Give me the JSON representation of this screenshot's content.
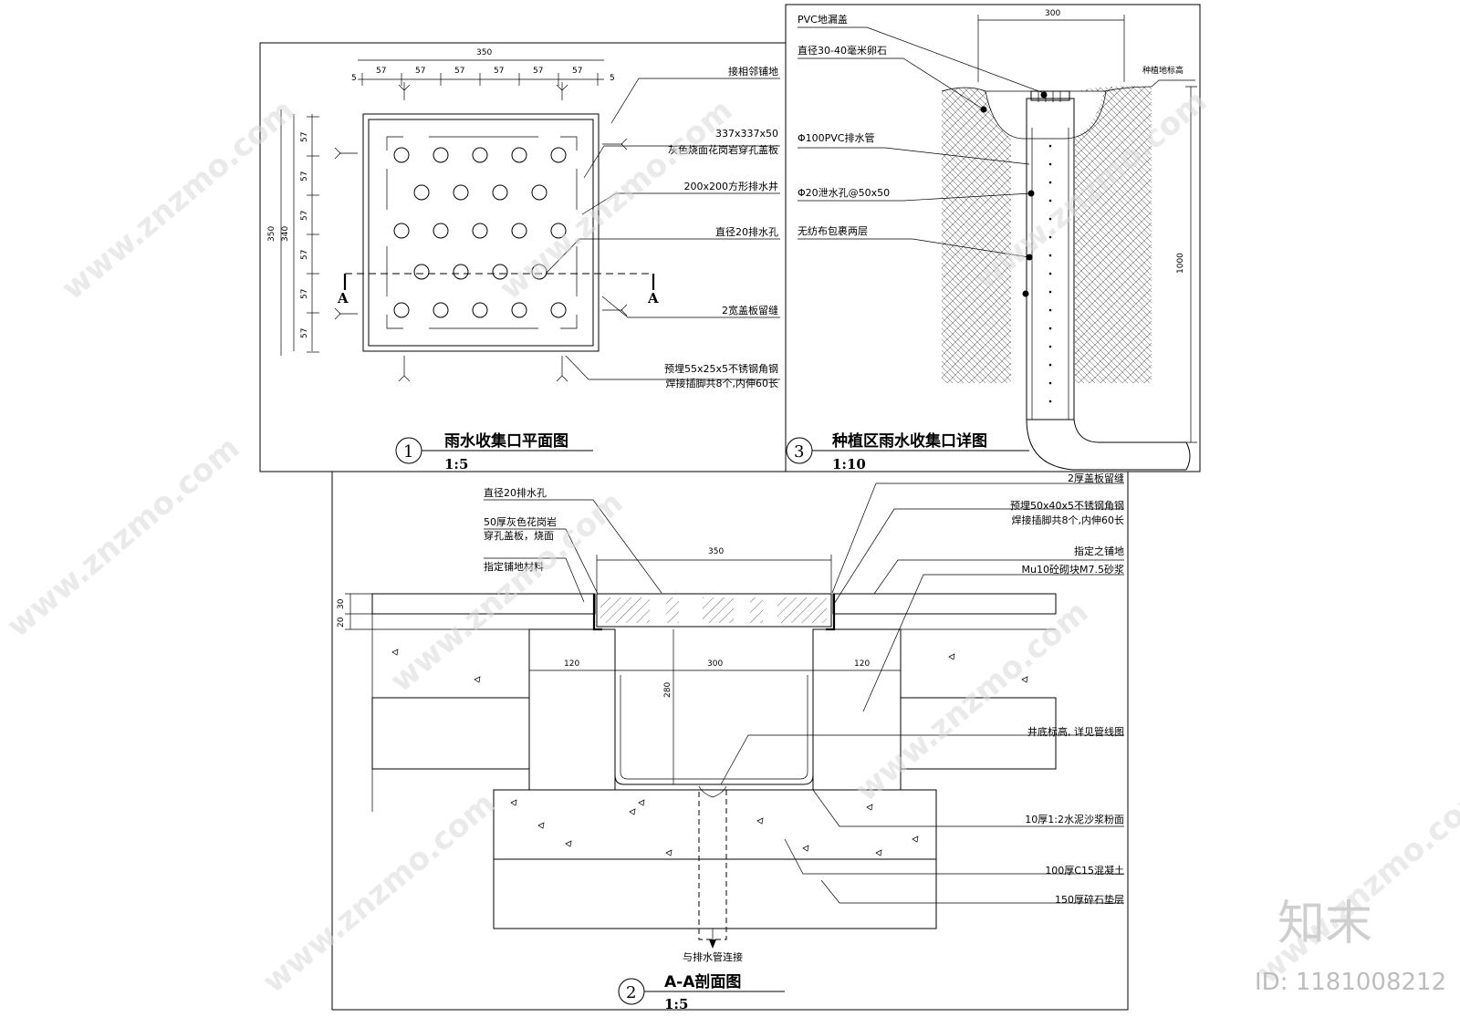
{
  "plan": {
    "title": "雨水收集口平面图",
    "scale": "1:5",
    "number": "1",
    "dims": {
      "top_total": "350",
      "segment": "57",
      "edge": "5",
      "left_total": "350",
      "left_inner": "340"
    },
    "section_mark": "A",
    "labels": {
      "paving": "接相邻铺地",
      "cover_size": "337x337x50",
      "cover_desc": "灰色烧面花岗岩穿孔盖板",
      "well": "200x200方形排水井",
      "hole": "直径20排水孔",
      "gap": "2宽盖板留缝",
      "angle1": "预埋55x25x5不锈钢角钢",
      "angle2": "焊接插脚共8个,内伸60长"
    }
  },
  "detail": {
    "title": "种植区雨水收集口详图",
    "scale": "1:10",
    "number": "3",
    "dim_top": "300",
    "dim_side": "1000",
    "labels": {
      "cap": "PVC地漏盖",
      "stone": "直径30-40毫米卵石",
      "grade": "种植地标高",
      "pipe": "Φ100PVC排水管",
      "weep": "Φ20泄水孔@50x50",
      "fabric": "无纺布包裹两层"
    }
  },
  "section": {
    "title": "A-A剖面图",
    "scale": "1:5",
    "number": "2",
    "dims": {
      "top": "350",
      "inner": "300",
      "wall_l": "120",
      "wall_r": "120",
      "depth": "280",
      "layer_a": "20",
      "layer_b": "30"
    },
    "labels": {
      "hole": "直径20排水孔",
      "cover1": "50厚灰色花岗岩",
      "cover2": "穿孔盖板，烧面",
      "paving_l": "指定铺地材料",
      "gap": "2厚盖板留缝",
      "angle1": "预埋50x40x5不锈钢角钢",
      "angle2": "焊接插脚共8个,内伸60长",
      "paving_r": "指定之铺地",
      "masonry": "Mu10砼砌块M7.5砂浆",
      "well_bottom": "井底标高, 详见管线图",
      "plaster": "10厚1:2水泥沙浆粉面",
      "concrete": "100厚C15混凝土",
      "gravel": "150厚碎石垫层",
      "pipe_conn": "与排水管连接"
    }
  },
  "watermark": {
    "site": "www.znzmo.com",
    "brand": "知末",
    "id": "ID: 1181008212"
  }
}
